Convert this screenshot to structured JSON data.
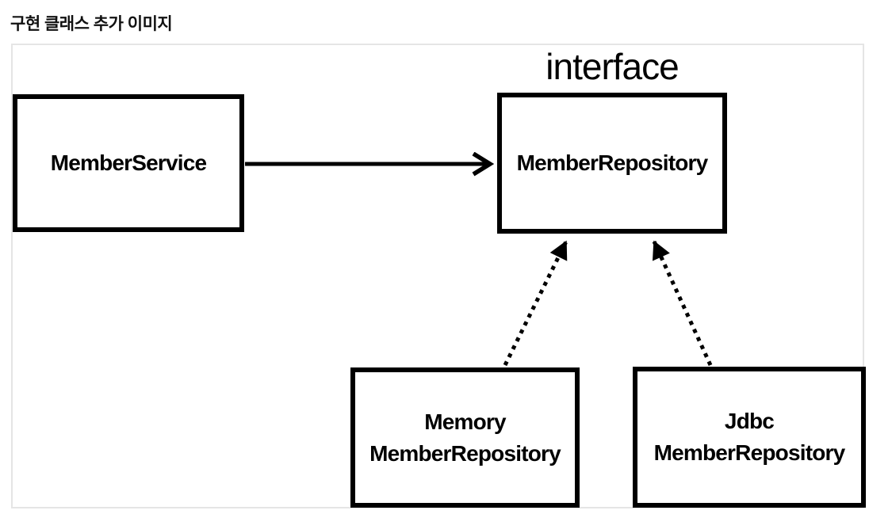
{
  "page": {
    "title": "구현 클래스 추가 이미지"
  },
  "diagram": {
    "interface_label": "interface",
    "nodes": {
      "member_service": {
        "label": "MemberService"
      },
      "member_repository": {
        "label": "MemberRepository"
      },
      "memory_member_repository": {
        "line1": "Memory",
        "line2": "MemberRepository"
      },
      "jdbc_member_repository": {
        "line1": "Jdbc",
        "line2": "MemberRepository"
      }
    },
    "edges": [
      {
        "from": "MemberService",
        "to": "MemberRepository",
        "style": "solid",
        "head": "open-chevron"
      },
      {
        "from": "MemoryMemberRepository",
        "to": "MemberRepository",
        "style": "dotted",
        "head": "filled-triangle"
      },
      {
        "from": "JdbcMemberRepository",
        "to": "MemberRepository",
        "style": "dotted",
        "head": "filled-triangle"
      }
    ],
    "colors": {
      "box_border": "#000000",
      "frame_border": "#e5e5e5",
      "background": "#ffffff",
      "text": "#000000"
    }
  }
}
